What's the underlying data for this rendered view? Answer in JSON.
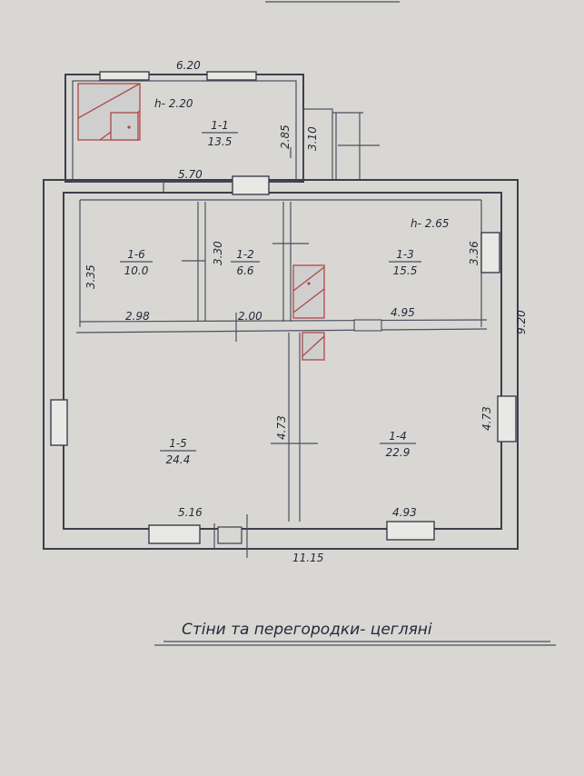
{
  "rooms": [
    {
      "id": "1-1",
      "area": "13.5"
    },
    {
      "id": "1-2",
      "area": "6.6"
    },
    {
      "id": "1-3",
      "area": "15.5"
    },
    {
      "id": "1-4",
      "area": "22.9"
    },
    {
      "id": "1-5",
      "area": "24.4"
    },
    {
      "id": "1-6",
      "area": "10.0"
    }
  ],
  "heights": {
    "annex": "h- 2.20",
    "main": "h- 2.65"
  },
  "dimensions": {
    "annex_width_top": "6.20",
    "annex_width_bottom": "5.70",
    "annex_depth_inner": "2.85",
    "annex_depth_outer": "3.10",
    "room_1_6_width": "2.98",
    "room_1_6_depth": "3.35",
    "room_1_2_width": "2.00",
    "room_1_2_depth": "3.30",
    "room_1_3_width": "4.95",
    "room_1_3_depth": "3.36",
    "house_depth": "9.20",
    "room_1_4_depth": "4.73",
    "room_1_5_depth": "4.73",
    "room_1_5_width": "5.16",
    "room_1_4_width": "4.93",
    "house_width": "11.15"
  },
  "note": "Стіни та перегородки- цегляні",
  "colors": {
    "ink": "#3a3f4d",
    "paper": "#d9d7d3",
    "stove": "#b04848"
  }
}
